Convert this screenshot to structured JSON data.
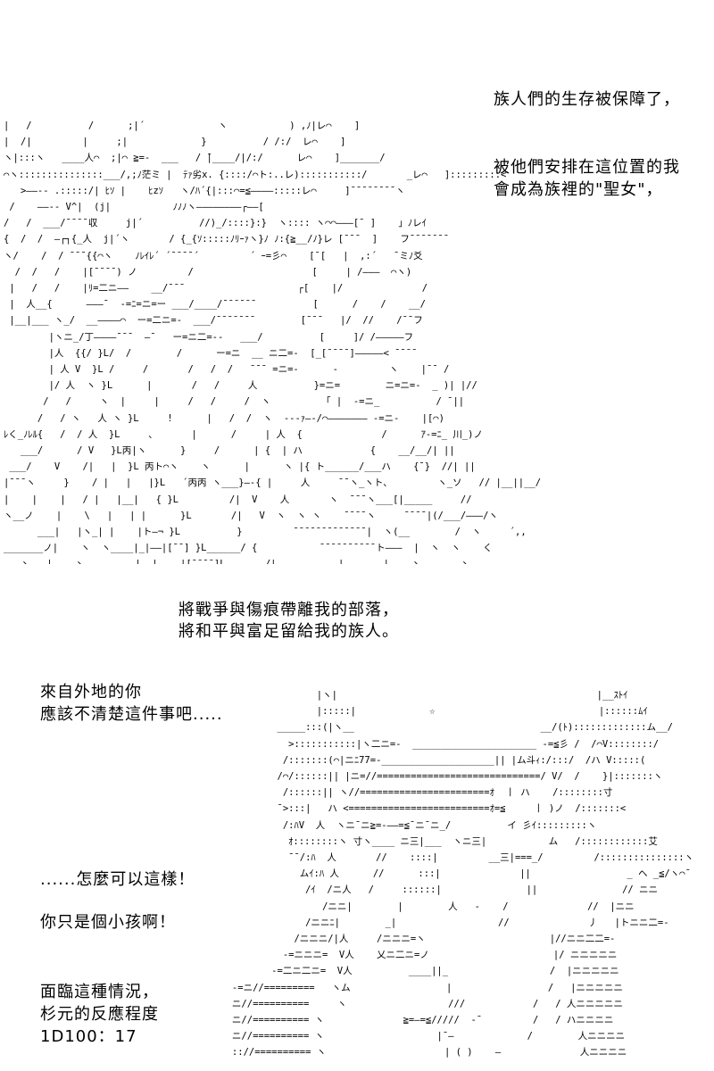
{
  "narration": {
    "block1": [
      "族人們的生存被保障了，",
      "被他們安排在這位置的我",
      "會成為族裡的\"聖女\"，"
    ],
    "block2": [
      "將戰爭與傷痕帶離我的部落，",
      "將和平與富足留給我的族人。"
    ],
    "block3": [
      "來自外地的你",
      "應該不清楚這件事吧....."
    ],
    "block4": [
      "......怎麼可以這樣！",
      "你只是個小孩啊！"
    ],
    "block5": [
      "面臨這種情況，",
      "杉元的反應程度",
      "1D100：17"
    ]
  },
  "art": {
    "top": [
      "|   /          /      ;|´             ヽ           ) ,ﾉ|レ⌒    ]",
      "|  /|         |     ;|             }          / /:/  レ⌒    ]",
      "ヽ|:::ヽ   ____人⌒  ;|⌒ ≧=-  ___   / ̄|____/|/:/      レ⌒    ]_______/",
      "⌒ヽ:::::::::::::::___/,;ﾉ茫ミ |  ﾃｧ劣x. {::::/⌒ト:..レ):::::::::::/       _レ⌒   ]:::::::::<",
      "   >――-- .:::::/| ﾋｿ |    ﾋzｿ   ヽ/ﾊ´{|:::⌒=≦――――:::::レ⌒     ]¯¯¯¯¯¯¯¯ヽ",
      " /    ――-- V^|  (j|           ﾉﾉﾉヽ――――――――┌――[",
      "/   /  ___/¯¯¯¯収     j|´          //)_/::::}:}  ヽ:::: ヽ⌒⌒―――[¯ ]    」ﾉレｲ",
      "{  /  /  ―┌┐{_人  j|´ヽ       / {_{ｿ:::::ﾉﾘｰｧヽ}ﾉ ﾉ:{≧__/ﾉ}レ [¯¯¯  ]    フ¯¯¯¯¯¯¯",
      "ヽ/    /  / ¯¯¯{{⌒ヽ    ﾉﾚｲﾚ´ ´¯¯¯¯´         ´ ｰ=彡⌒    [¯[   |  ,:´   ̄ ミﾉ爻",
      "  /  /   /    |[¯¯¯¯) ノ         /                     [     | /―――  ⌒ヽ)",
      " |   /   /    |ﾘ=二ニ――    __/¯¯¯                    ┌[    |/              /",
      " |  人__{      ―――¯  -=ﾆ=ニ=ー ___/____/¯¯¯¯¯¯          [      /    /    __/",
      " |__|___ ヽ_/  __――――⌒  ー=二ニ=-  ___/¯¯¯¯¯¯¯        [¯¯¯   |/  //    /¯¯フ",
      "        |ヽニ_/丁――――¯¯¯  ―¯   ー=ニ二=--   ___/          [     ]/ /―――――フ",
      "        |人  {{/ }L/  /        /      ー=ニ  __ ニ二=-  [_[¯¯¯¯]―――――< ¯¯¯¯",
      "        | 人 V  }L /     /       /   /  /   ¯¯¯ =ニ=-      -         ヽ    |¯¯ /",
      "        |/ 人  ヽ }L      |       /   /     人          }=ニ=        ニ=ニ=-  _ )| |//",
      "       /   /     ヽ  |     |     /   /     /  ヽ         「 |  -=ニ_          / ¯||",
      "      /   / ヽ   人 ヽ }L     !      |   /  /  ヽ  ---ｧ―-/⌒――――――― -=ニ-    |[⌒)",
      "ﾚく_ﾉﾚﾙ{   /  / 人  }L     、      |      /     | 人  {              /      ｱ-=ﾆ_ 川_)ノ",
      "   ___/      / V   }L丙|ヽ      }     /      | {  | ハ            {    __/__/| ||",
      " ___/    V    /|   |  }L 丙ト⌒ヽ    ヽ      |      ヽ |{ ト______/___ハ    {¯}  //| ||",
      "|¯¯¯ヽ     }    / |   |   |}L   ´丙丙 ヽ___}―-{ |     人     ¯¯ヽ_ヽト、        ヽ_ソ   // |__||__/",
      "|    |    |   / |   |__|   { }L         /|  V    人       ヽ  ¯¯¯ヽ___[|_____     //",
      "ヽ__ノ    |    \\   |   | |      }L       /|   V  ヽ  ヽ ヽ    ¯¯¯¯ヽ     ¯¯¯¯|(/___/―――/ヽ",
      "      ___|   |ヽ_| |    |ト―¬ }L          }         ¯¯¯¯¯¯¯¯¯¯¯¯¯|  ヽ(__        /  ヽ     ´,,",
      "_______ノ|    ヽ  ヽ____|_|――|[¯¯] }L______/ {           ¯¯¯¯¯¯¯¯¯¯ト―――  |  ヽ  ヽ    く",
      "   ヽ   |    ヽ         |  |    |[¯¯¯¯]L ______/|           |       |    ヽ       ヽ"
    ],
    "bottom": [
      "                     |ヽ|                                              |__ｽﾄｲ",
      "                     |:::::|             ☆                             |::::::ﾑｲ",
      "              _____:::(|ヽ__                                 __/(ﾄ):::::::::::::ム__/",
      "                >:::::::::::|ヽ二ニ=-  ______________________ -=≦彡 /  /⌒V::::::::/",
      "               /:::::::(⌒|ニﾆ77=-____________________|| |ム斗ｨ:/:::/  /ハ V:::::(",
      "              /⌒/::::::|| |ニ=//=============================/ V/  /    }|:::::::ヽ",
      "               /::::::|| ヽ//=======================ｵ  丨 ハ    /::::::::寸",
      "              ¯>:::|   ハ <=========================ｵ=≦     丨 )ノ  /:::::::<",
      "               /:ﾊV  人  ヽニ¯ニ≧=-――=≦¯ニ¯ニ_/          イ 彡ｲ:::::::::ヽ",
      "                ｵ::::::::ヽ 寸ヽ____ ニ三|___  ヽニ三|           ム   /::::::::::::艾",
      "                ¯¯/:ﾊ  人       //    ::::|         __三|===_/         /:::::::::::::::ヽ",
      "                  ムｲ:ﾊ 人      //      :::|              ||                 _ ヘ _≦/ヽ⌒¯",
      "                   /ｲ  /ニ人   /     ::::::|               ||               // ニニ",
      "                      /ニニ|        |        人   -    /              //  |ニニ",
      "                   /ニニﾆ|        _|                  //              丿   |トニニ二=-",
      "                 /ニニニ/|人     /ニニニ=ヽ                      |//ニニ二二=-",
      "               -=ニニニ=  V人    乂ニ二ニ=ノ                      |/ ニニニニニ",
      "             -=二ニ二ニ=  V人          ____||_                  /  |ニニニニニ",
      "      -=ニ//=========   ヽム                 |                 /   |ニニニニニ",
      "      ニ//==========     ヽ                  ///            /   / 人ニニニニニ",
      "      ニ//========== ヽ              ≧=―=≦/////  -¯         /   / ハニニニニ",
      "      ニ//========== ヽ                    |¯―             /        人ニニニニ",
      "      :://========== ヽ                     | ( )    ―              人ニニニニ"
    ]
  }
}
